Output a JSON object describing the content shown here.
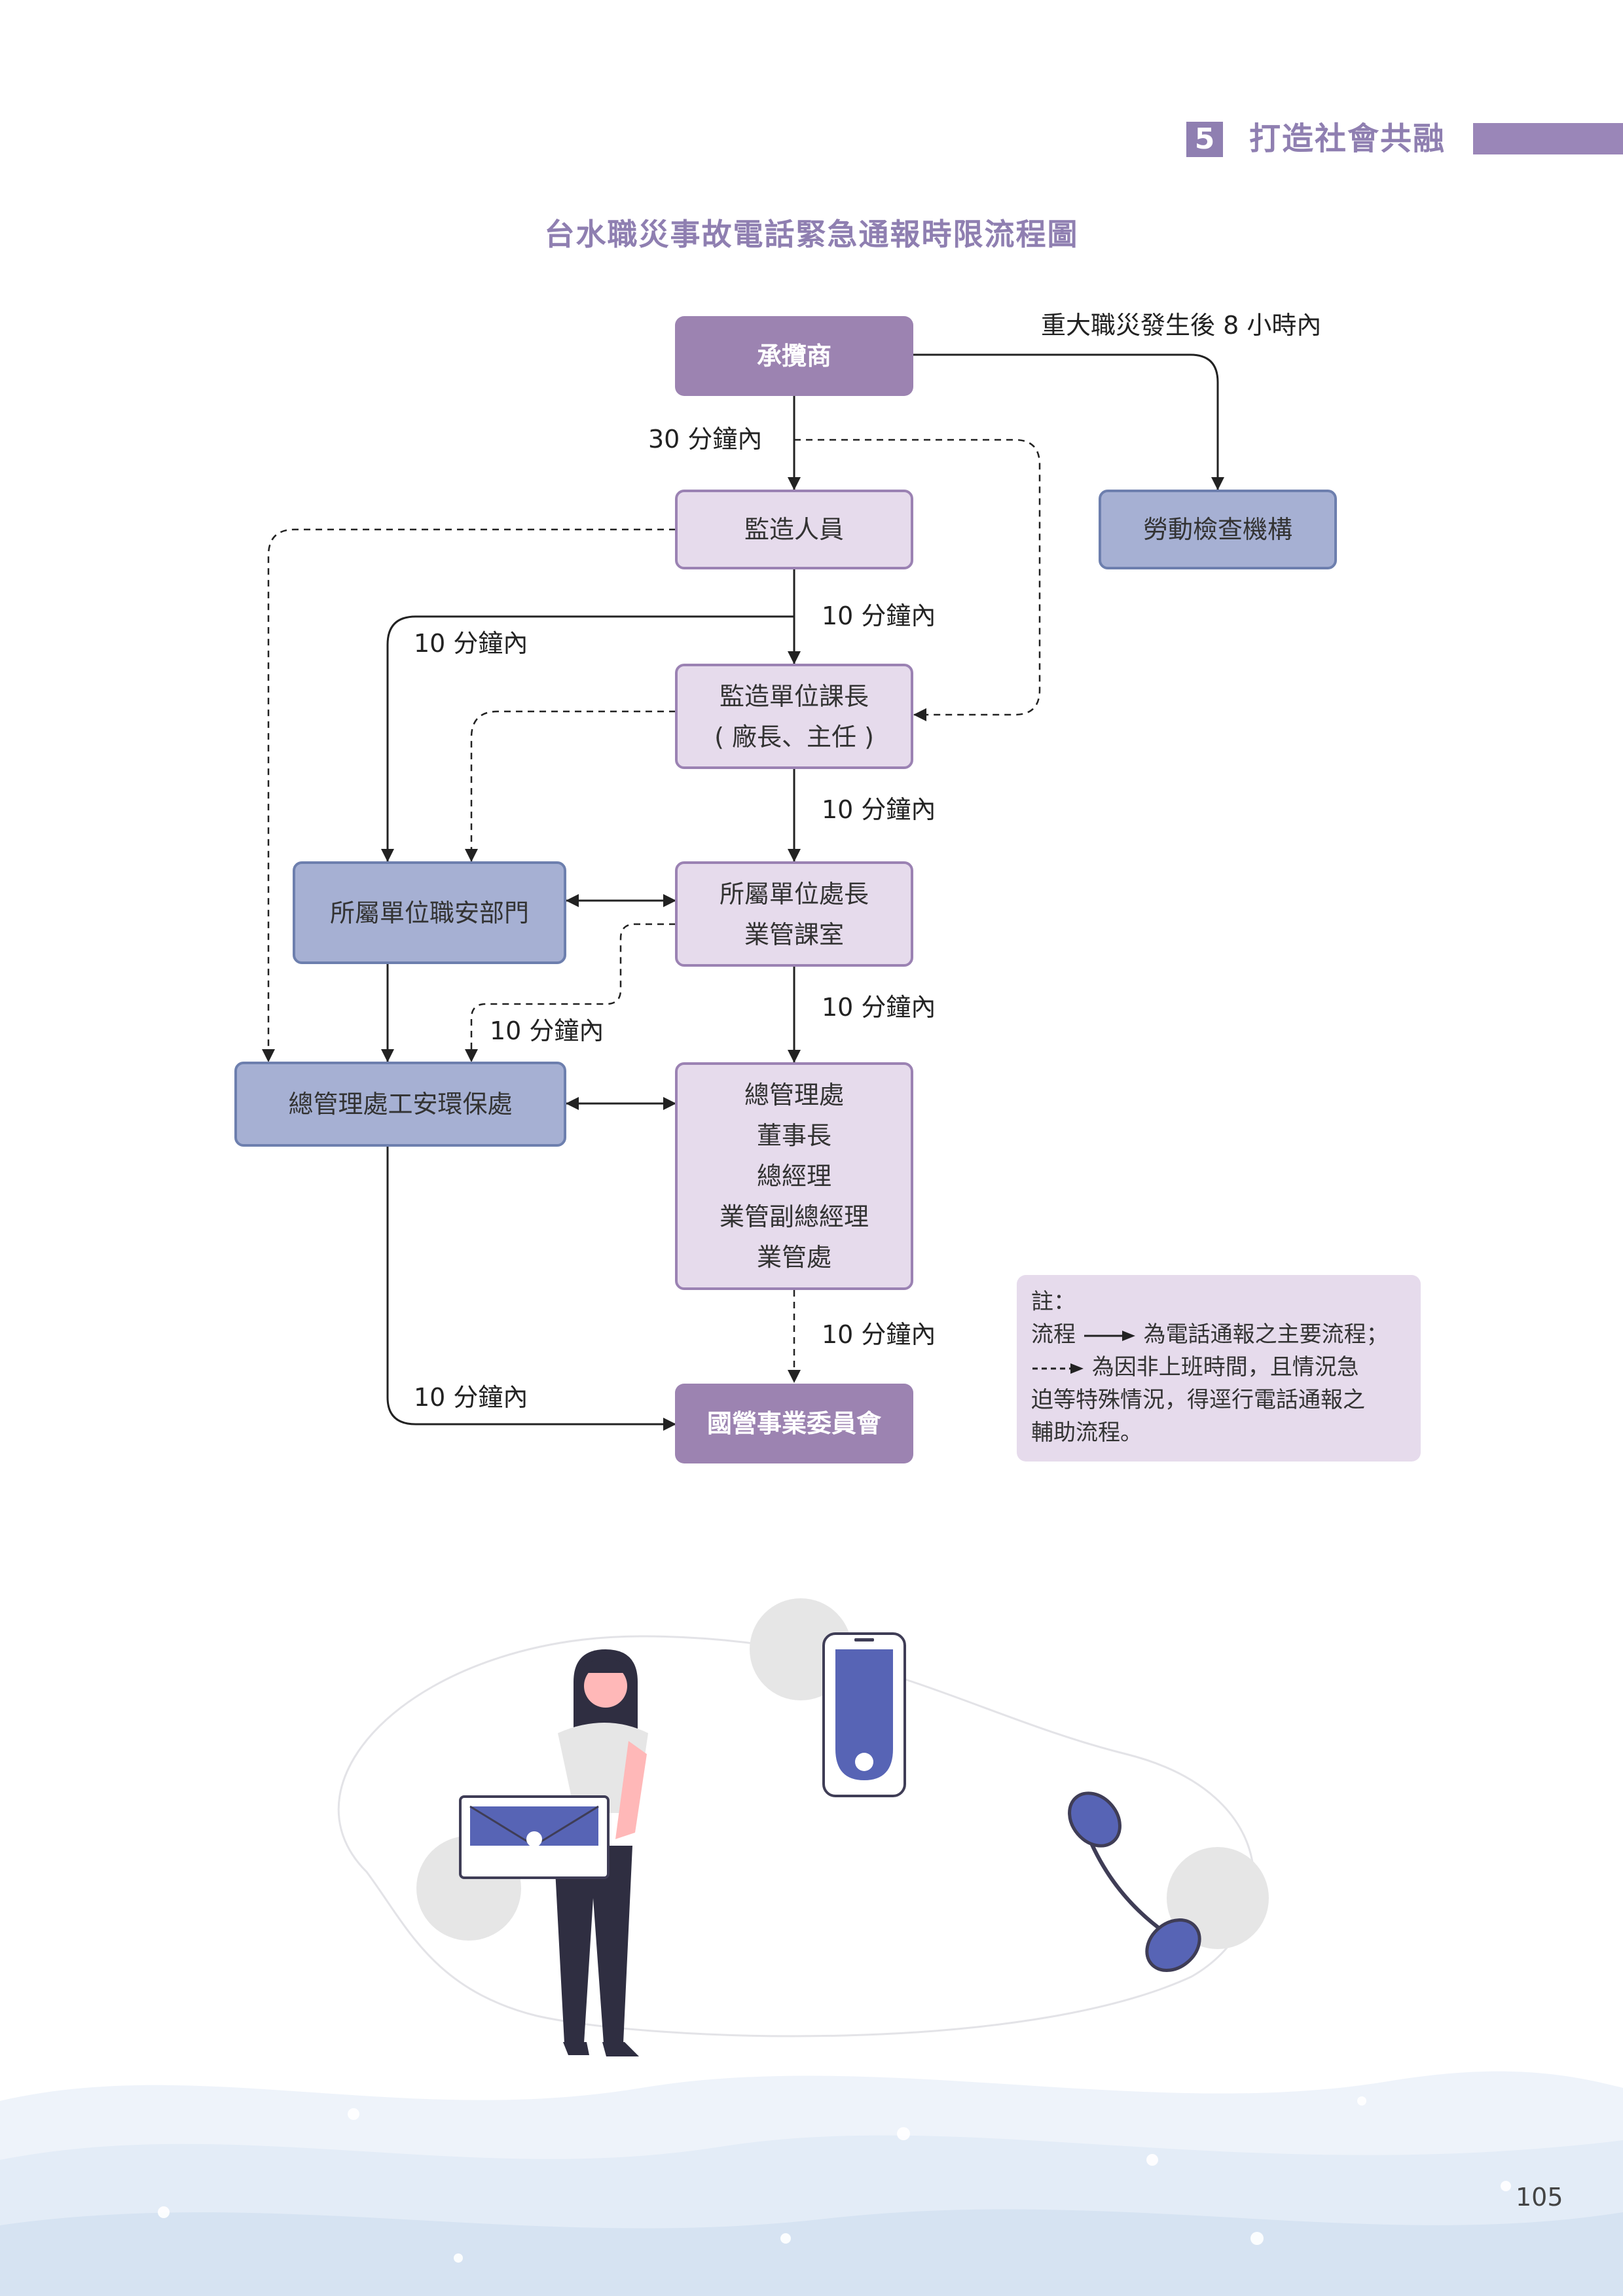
{
  "header": {
    "chapter_number": "5",
    "chapter_title": "打造社會共融"
  },
  "diagram": {
    "title": "台水職災事故電話緊急通報時限流程圖",
    "nodes": {
      "contractor": [
        "承攬商"
      ],
      "supervisor": [
        "監造人員"
      ],
      "labor_inspection": [
        "勞動檢查機構"
      ],
      "section_chief": [
        "監造單位課長",
        "( 廠長、主任 )"
      ],
      "safety_dept": [
        "所屬單位職安部門"
      ],
      "unit_director": [
        "所屬單位處長",
        "業管課室"
      ],
      "hq_safety": [
        "總管理處工安環保處"
      ],
      "hq_management": [
        "總管理處",
        "董事長",
        "總經理",
        "業管副總經理",
        "業管處"
      ],
      "state_commission": [
        "國營事業委員會"
      ]
    },
    "labels": {
      "major_8h": "重大職災發生後 8 小時內",
      "contractor_30min": "30 分鐘內",
      "supervisor_10min": "10 分鐘內",
      "left_10min": "10 分鐘內",
      "chief_10min": "10 分鐘內",
      "director_10min": "10 分鐘內",
      "dashed_10min": "10 分鐘內",
      "hq_10min": "10 分鐘內",
      "bottom_10min": "10 分鐘內"
    }
  },
  "note": {
    "heading": "註：",
    "solid_prefix": "流程",
    "solid_text": "為電話通報之主要流程；",
    "dashed_text": "為因非上班時間，且情況急",
    "line3": "迫等特殊情況，得逕行電話通報之",
    "line4": "輔助流程。"
  },
  "colors": {
    "accent": "#8f7fb1",
    "node_dark": "#9c83b1",
    "node_light": "#e6dbec",
    "node_blue": "#a6b0d3",
    "phone_blue": "#5764b5"
  },
  "page_number": "105"
}
